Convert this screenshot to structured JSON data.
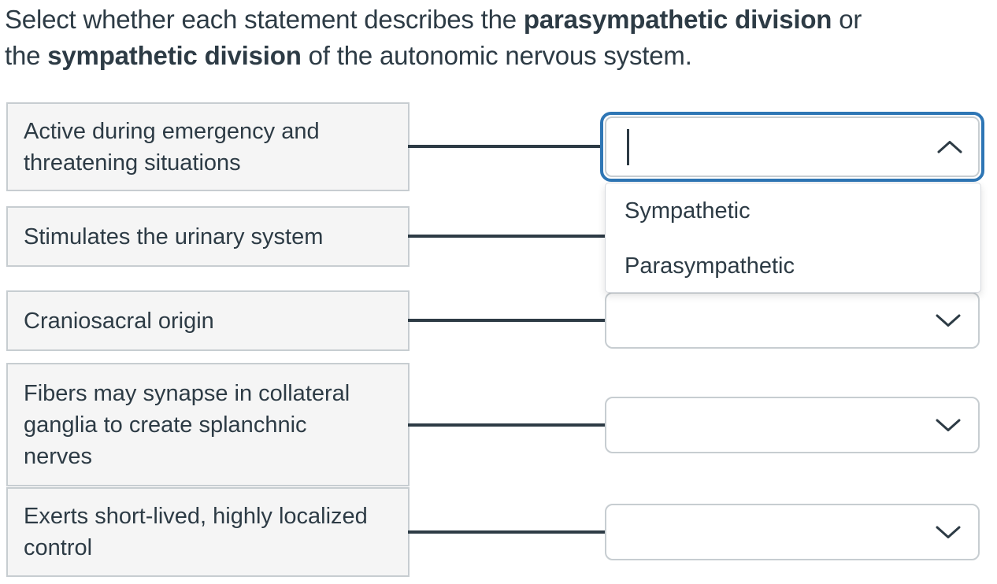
{
  "colors": {
    "text": "#2D3B45",
    "statement_box_bg": "#F5F5F5",
    "statement_box_border": "#C7CDD1",
    "field_border": "#C7CDD1",
    "focus_ring_blue": "#2E76B5",
    "connector_line": "#2D3B45",
    "menu_bg": "#FFFFFF"
  },
  "question": {
    "line1": {
      "pre": "Select whether each statement describes the ",
      "bold": "parasympathetic division",
      "post": " or"
    },
    "line2": {
      "pre": "the ",
      "bold": "sympathetic division",
      "post": " of the autonomic nervous system."
    }
  },
  "statements": [
    {
      "text": "Active during emergency and\nthreatening situations"
    },
    {
      "text": "Stimulates the urinary system"
    },
    {
      "text": "Craniosacral origin"
    },
    {
      "text": "Fibers may synapse in collateral\nganglia to create splanchnic\nnerves"
    },
    {
      "text": "Exerts short-lived, highly localized\ncontrol"
    }
  ],
  "comboboxes": [
    {
      "value": "",
      "state": "open",
      "icon": "chevron-up-icon"
    },
    {
      "value": "",
      "state": "closed",
      "icon": "chevron-down-icon"
    },
    {
      "value": "",
      "state": "closed",
      "icon": "chevron-down-icon"
    },
    {
      "value": "",
      "state": "closed",
      "icon": "chevron-down-icon"
    },
    {
      "value": "",
      "state": "closed",
      "icon": "chevron-down-icon"
    }
  ],
  "dropdown_menu": {
    "options": [
      "Sympathetic",
      "Parasympathetic"
    ]
  }
}
